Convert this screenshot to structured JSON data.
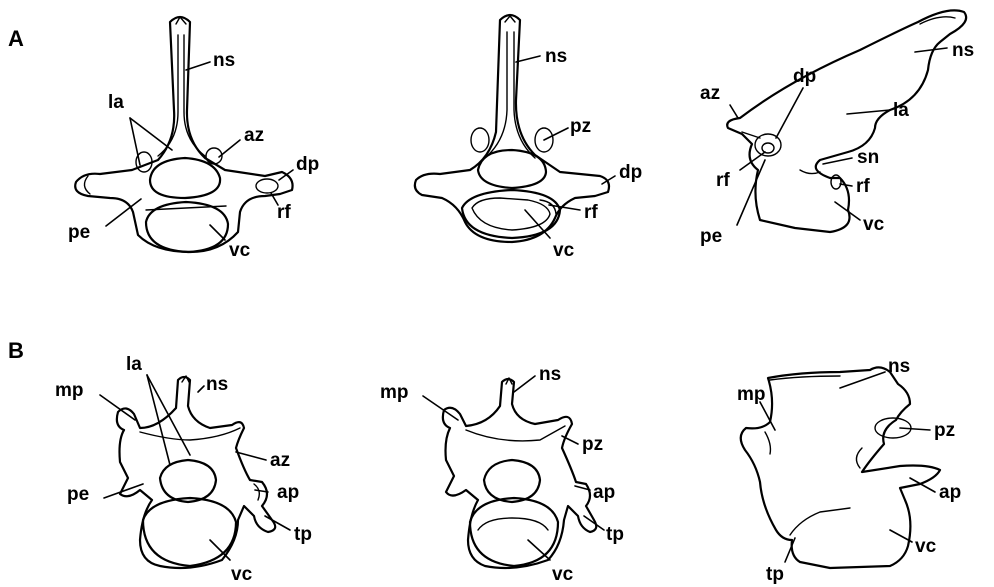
{
  "panels": [
    {
      "label": "A",
      "views": [
        {
          "labels": {
            "ns": "ns",
            "la": "la",
            "az": "az",
            "dp": "dp",
            "rf": "rf",
            "pe": "pe",
            "vc": "vc"
          }
        },
        {
          "labels": {
            "ns": "ns",
            "pz": "pz",
            "dp": "dp",
            "rf": "rf",
            "vc": "vc"
          }
        },
        {
          "labels": {
            "ns": "ns",
            "dp": "dp",
            "az": "az",
            "la": "la",
            "sn": "sn",
            "rf_left": "rf",
            "rf_right": "rf",
            "pe": "pe",
            "vc": "vc"
          }
        }
      ]
    },
    {
      "label": "B",
      "views": [
        {
          "labels": {
            "la": "la",
            "ns": "ns",
            "mp": "mp",
            "az": "az",
            "ap": "ap",
            "pe": "pe",
            "tp": "tp",
            "vc": "vc"
          }
        },
        {
          "labels": {
            "ns": "ns",
            "mp": "mp",
            "pz": "pz",
            "ap": "ap",
            "tp": "tp",
            "vc": "vc"
          }
        },
        {
          "labels": {
            "ns": "ns",
            "mp": "mp",
            "pz": "pz",
            "ap": "ap",
            "vc": "vc",
            "tp": "tp"
          }
        }
      ]
    }
  ]
}
